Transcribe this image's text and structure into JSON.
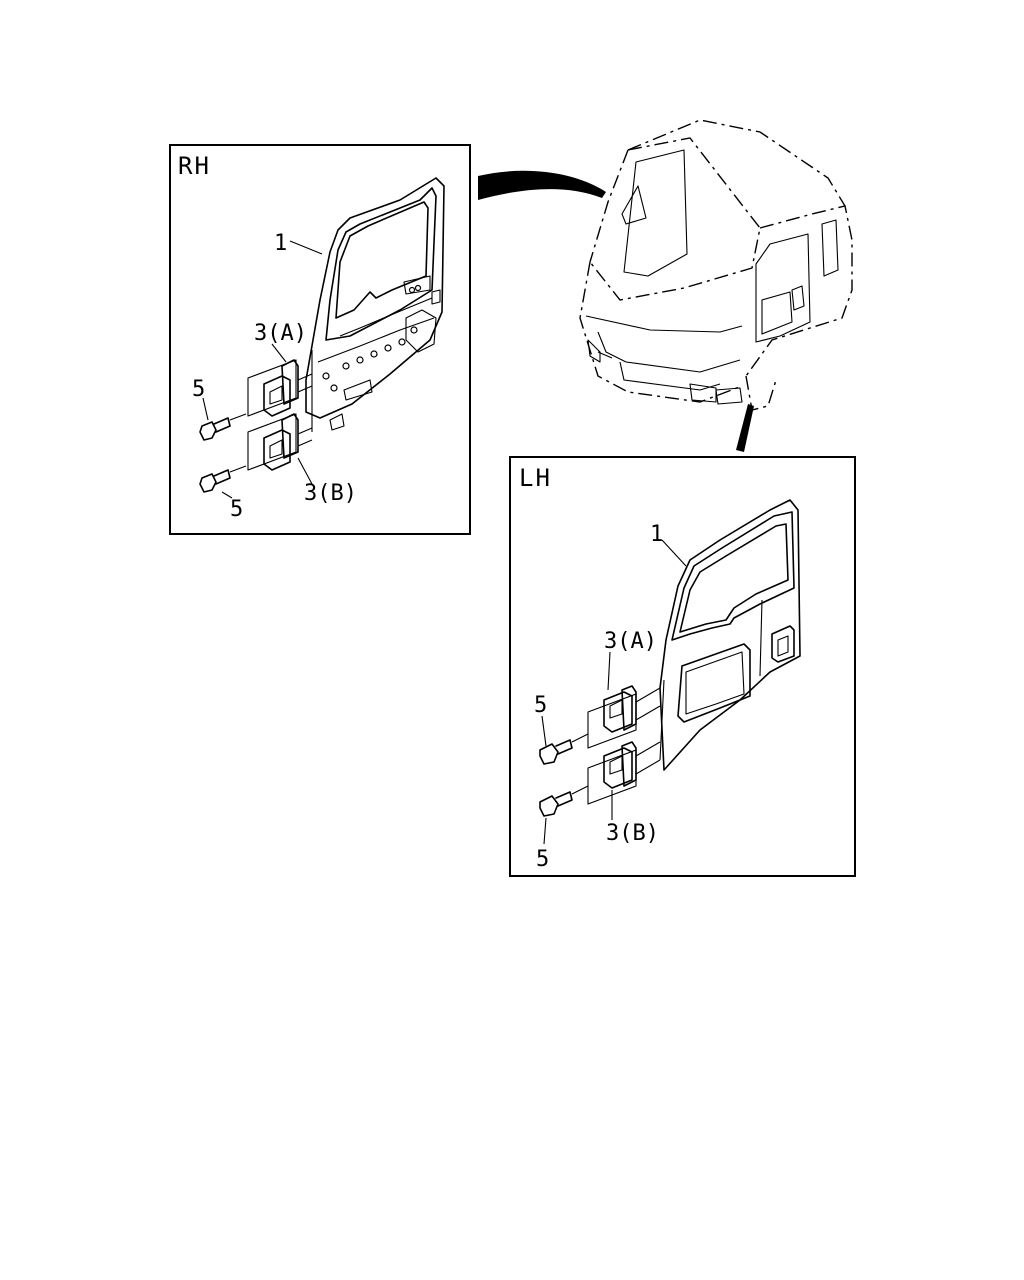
{
  "panels": {
    "rh": {
      "title": "RH",
      "callouts": {
        "door": "1",
        "hinge_upper": "3(A)",
        "hinge_lower": "3(B)",
        "bolt_upper": "5",
        "bolt_lower": "5"
      }
    },
    "lh": {
      "title": "LH",
      "callouts": {
        "door": "1",
        "hinge_upper": "3(A)",
        "hinge_lower": "3(B)",
        "bolt_upper": "5",
        "bolt_lower": "5"
      }
    }
  },
  "icons": {
    "rh_indicator": "curved-arrow-icon",
    "lh_indicator": "pointer-arrow-icon"
  }
}
